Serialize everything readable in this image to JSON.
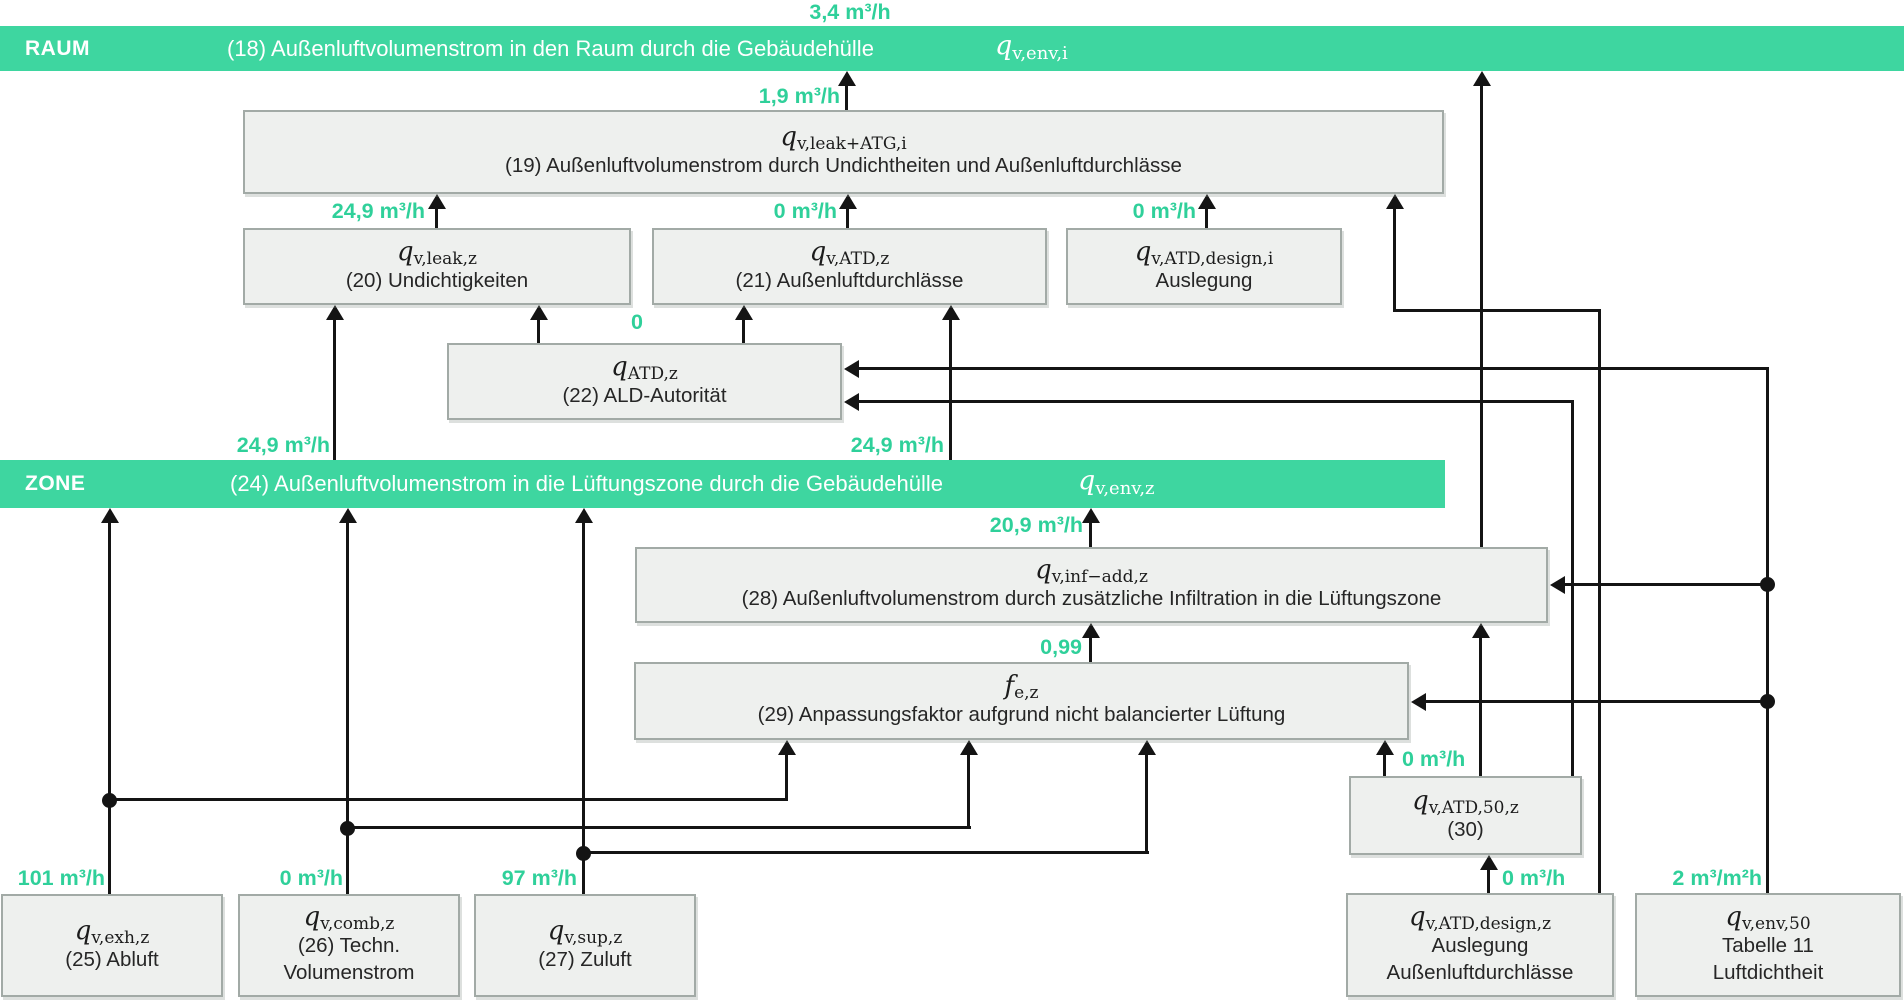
{
  "colors": {
    "accent_green": "#3ed6a0",
    "box_fill": "#eef0ee",
    "box_border": "#a2aaa6",
    "line_color": "#141414"
  },
  "raum_bar": {
    "tag": "RAUM",
    "title": "(18) Außenluftvolumenstrom in den Raum durch die Gebäudehülle",
    "formula": {
      "base": "q",
      "sub": "v,env,i"
    }
  },
  "zone_bar": {
    "tag": "ZONE",
    "title": "(24) Außenluftvolumenstrom in die Lüftungszone durch die Gebäudehülle",
    "formula": {
      "base": "q",
      "sub": "v,env,z"
    }
  },
  "boxes": {
    "b19": {
      "formula": {
        "base": "q",
        "sub": "v,leak+ATG,i"
      },
      "lines": [
        "(19) Außenluftvolumenstrom durch Undichtheiten und Außenluftdurchlässe"
      ]
    },
    "b20": {
      "formula": {
        "base": "q",
        "sub": "v,leak,z"
      },
      "lines": [
        "(20) Undichtigkeiten"
      ]
    },
    "b21": {
      "formula": {
        "base": "q",
        "sub": "v,ATD,z"
      },
      "lines": [
        "(21) Außenluftdurchlässe"
      ]
    },
    "bdesign_i": {
      "formula": {
        "base": "q",
        "sub": "v,ATD,design,i"
      },
      "lines": [
        "Auslegung"
      ]
    },
    "b22": {
      "formula": {
        "base": "q",
        "sub": "ATD,z"
      },
      "lines": [
        "(22) ALD-Autorität"
      ]
    },
    "b28": {
      "formula": {
        "base": "q",
        "sub": "v,inf−add,z"
      },
      "lines": [
        "(28) Außenluftvolumenstrom durch zusätzliche Infiltration in die Lüftungszone"
      ]
    },
    "b29": {
      "formula": {
        "base": "f",
        "sub": "e,z"
      },
      "lines": [
        "(29) Anpassungsfaktor aufgrund nicht balancierter Lüftung"
      ]
    },
    "b30": {
      "formula": {
        "base": "q",
        "sub": "v,ATD,50,z"
      },
      "lines": [
        "(30)"
      ]
    },
    "b25": {
      "formula": {
        "base": "q",
        "sub": "v,exh,z"
      },
      "lines": [
        "(25) Abluft"
      ]
    },
    "b26": {
      "formula": {
        "base": "q",
        "sub": "v,comb,z"
      },
      "lines": [
        "(26) Techn.",
        "Volumenstrom"
      ]
    },
    "b27": {
      "formula": {
        "base": "q",
        "sub": "v,sup,z"
      },
      "lines": [
        "(27) Zuluft"
      ]
    },
    "bdesign_z": {
      "formula": {
        "base": "q",
        "sub": "v,ATD,design,z"
      },
      "lines": [
        "Auslegung",
        "Außenluftdurchlässe"
      ]
    },
    "benv50": {
      "formula": {
        "base": "q",
        "sub": "v,env,50"
      },
      "lines": [
        "Tabelle 11",
        "Luftdichtheit"
      ]
    }
  },
  "flow_labels": {
    "raum_out": "3,4 m³/h",
    "b19_out": "1,9 m³/h",
    "b20_out": "24,9 m³/h",
    "b21_out": "0 m³/h",
    "bdesign_i_out": "0 m³/h",
    "b22_out": "0",
    "zone_left": "24,9 m³/h",
    "zone_right": "24,9 m³/h",
    "b28_out": "20,9 m³/h",
    "b29_out": "0,99",
    "b30_out": "0 m³/h",
    "b25_out": "101 m³/h",
    "b26_out": "0 m³/h",
    "b27_out": "97 m³/h",
    "bdesign_z_out": "0 m³/h",
    "benv50_out": "2 m³/m²h"
  }
}
